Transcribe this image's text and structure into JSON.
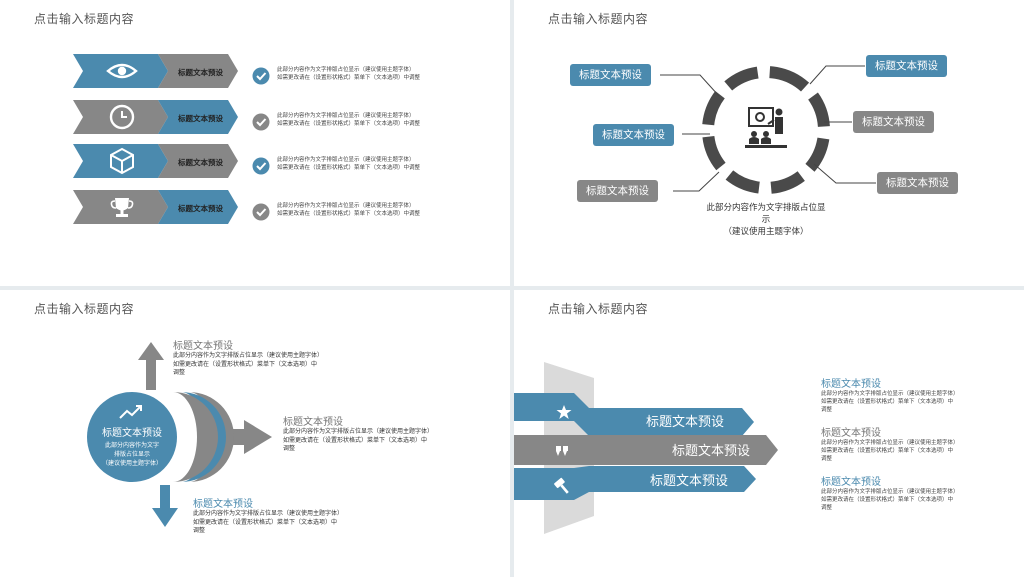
{
  "panel1": {
    "title": "点击输入标题内容",
    "rows": [
      {
        "icon": "eye-icon",
        "label": "标题文本预设",
        "line1": "此部分内容作为文字排版占位显示（建议使用主题字体）",
        "line2": "如需更改请在（设置形状格式）菜单下（文本选项）中调整"
      },
      {
        "icon": "clock-icon",
        "label": "标题文本预设",
        "line1": "此部分内容作为文字排版占位显示（建议使用主题字体）",
        "line2": "如需更改请在（设置形状格式）菜单下（文本选项）中调整"
      },
      {
        "icon": "cube-icon",
        "label": "标题文本预设",
        "line1": "此部分内容作为文字排版占位显示（建议使用主题字体）",
        "line2": "如需更改请在（设置形状格式）菜单下（文本选项）中调整"
      },
      {
        "icon": "trophy-icon",
        "label": "标题文本预设",
        "line1": "此部分内容作为文字排版占位显示（建议使用主题字体）",
        "line2": "如需更改请在（设置形状格式）菜单下（文本选项）中调整"
      }
    ]
  },
  "panel2": {
    "title": "点击输入标题内容",
    "boxes": [
      "标题文本预设",
      "标题文本预设",
      "标题文本预设",
      "标题文本预设",
      "标题文本预设",
      "标题文本预设"
    ],
    "center_line1": "此部分内容作为文字排版占位显",
    "center_line2": "示",
    "center_line3": "（建议使用主题字体）"
  },
  "panel3": {
    "title": "点击输入标题内容",
    "circle_title": "标题文本预设",
    "circle_line1": "此部分内容作为文字",
    "circle_line2": "排版占位显示",
    "circle_line3": "（建议使用主题字体）",
    "items": [
      {
        "title": "标题文本预设",
        "line1": "此部分内容作为文字排版占位显示（建议使用主题字体）",
        "line2": "如需更改请在（设置形状格式）菜单下（文本选项）中",
        "line3": "调整"
      },
      {
        "title": "标题文本预设",
        "line1": "此部分内容作为文字排版占位显示（建议使用主题字体）",
        "line2": "如需更改请在（设置形状格式）菜单下（文本选项）中",
        "line3": "调整"
      },
      {
        "title": "标题文本预设",
        "line1": "此部分内容作为文字排版占位显示（建议使用主题字体）",
        "line2": "如需更改请在（设置形状格式）菜单下（文本选项）中",
        "line3": "调整"
      }
    ]
  },
  "panel4": {
    "title": "点击输入标题内容",
    "arrows": [
      {
        "icon": "star-icon",
        "label": "标题文本预设"
      },
      {
        "icon": "quote-icon",
        "label": "标题文本预设"
      },
      {
        "icon": "gavel-icon",
        "label": "标题文本预设"
      }
    ],
    "items": [
      {
        "title": "标题文本预设",
        "line1": "此部分内容作为文字排版占位显示（建议使用主题字体）",
        "line2": "如需更改请在（设置形状格式）菜单下（文本选项）中",
        "line3": "调整"
      },
      {
        "title": "标题文本预设",
        "line1": "此部分内容作为文字排版占位显示（建议使用主题字体）",
        "line2": "如需更改请在（设置形状格式）菜单下（文本选项）中",
        "line3": "调整"
      },
      {
        "title": "标题文本预设",
        "line1": "此部分内容作为文字排版占位显示（建议使用主题字体）",
        "line2": "如需更改请在（设置形状格式）菜单下（文本选项）中",
        "line3": "调整"
      }
    ]
  },
  "colors": {
    "blue": "#4b8aae",
    "gray": "#878787",
    "dark": "#4a4a4a"
  }
}
